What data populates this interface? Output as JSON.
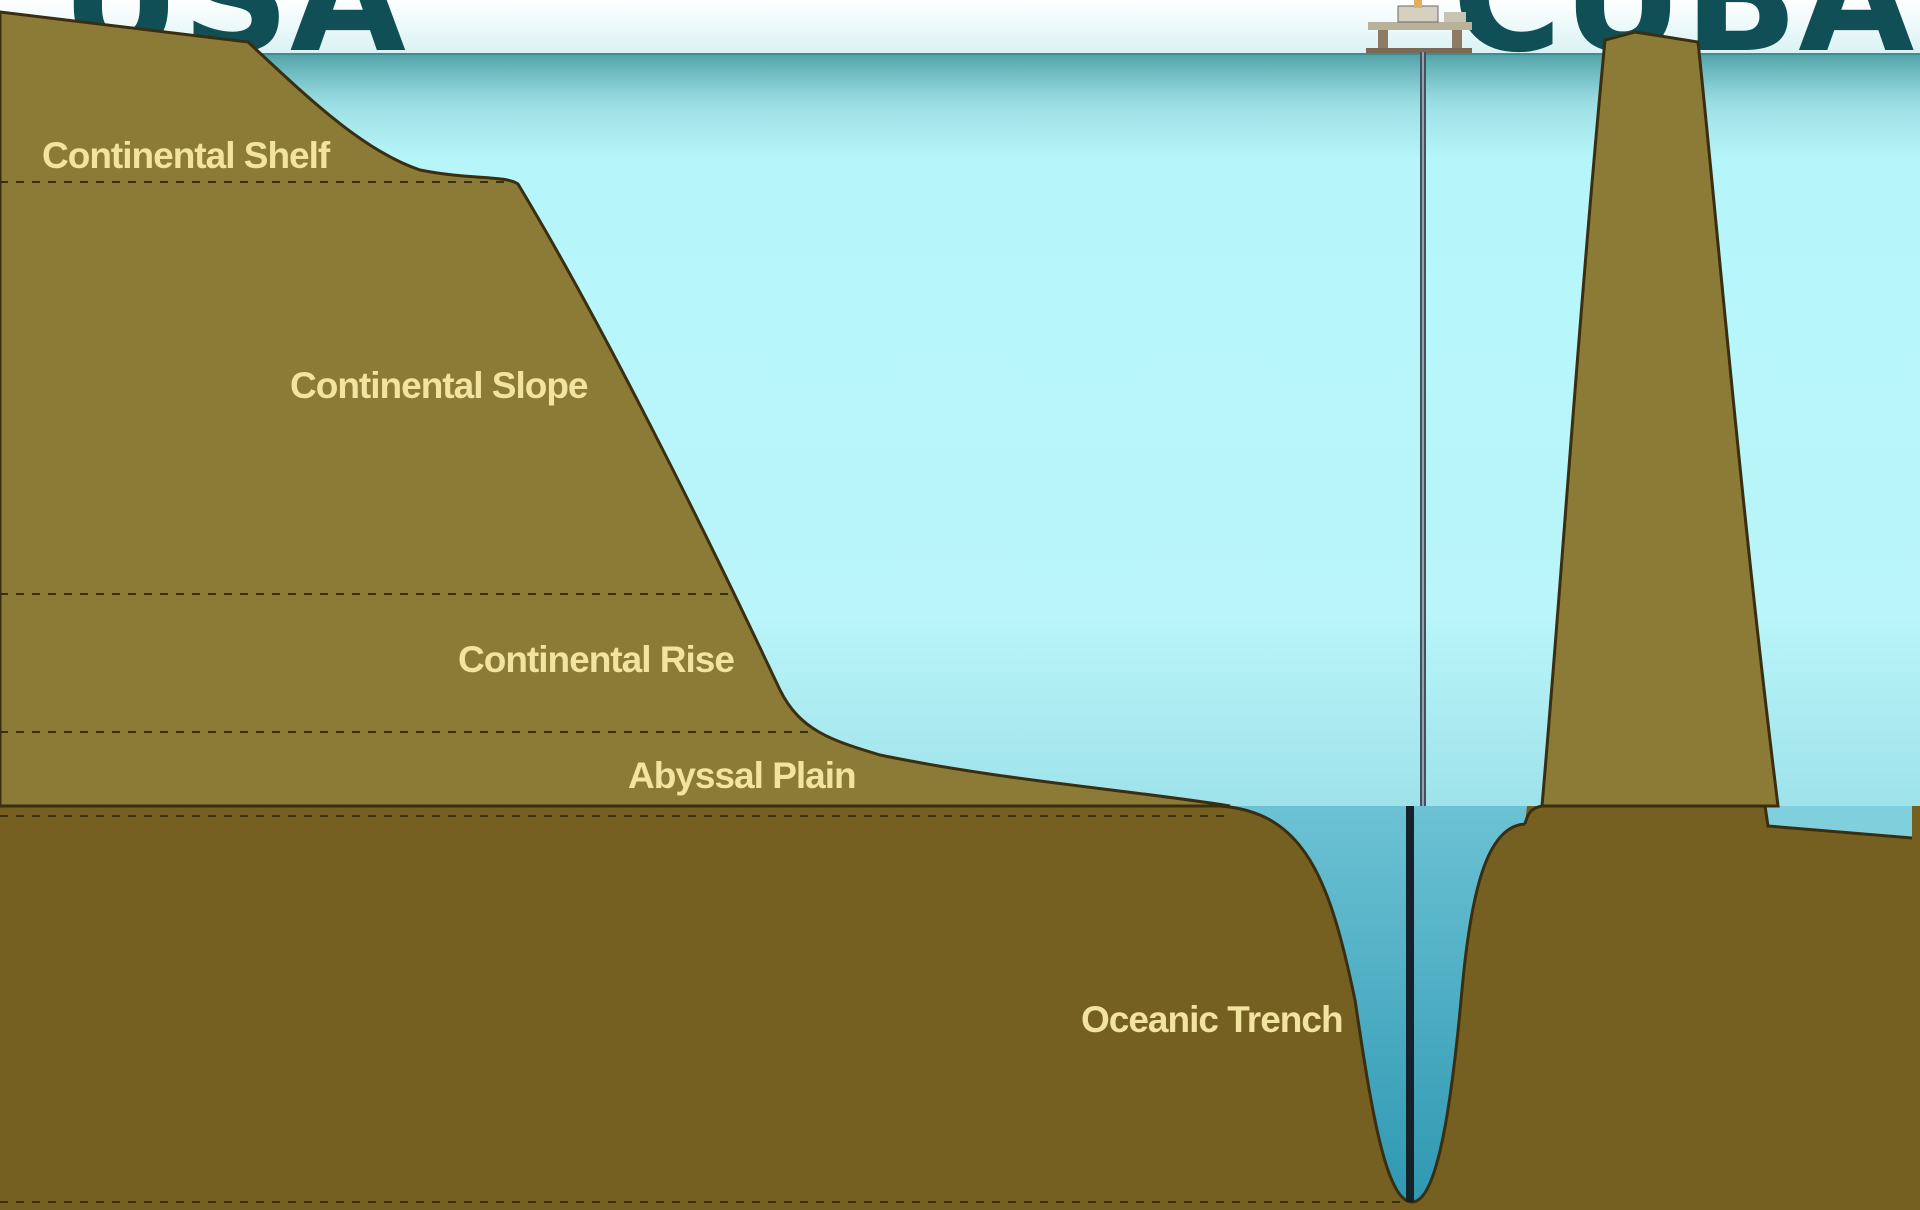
{
  "diagram": {
    "countries": {
      "left": "USA",
      "right": "CUBA"
    },
    "zones": {
      "shelf": "Continental Shelf",
      "slope": "Continental Slope",
      "rise": "Continental Rise",
      "abyssal": "Abyssal Plain",
      "trench": "Oceanic Trench"
    },
    "colors": {
      "sea_surface": "#9fdfe3",
      "sea_water": "#b6f6fa",
      "deep_water": "#3a9cb6",
      "upper_land": "#8b7b36",
      "lower_land": "#756021",
      "outline": "#3a2e10",
      "label_text": "#f2e3a0",
      "country_text": "#0f4f55"
    }
  }
}
